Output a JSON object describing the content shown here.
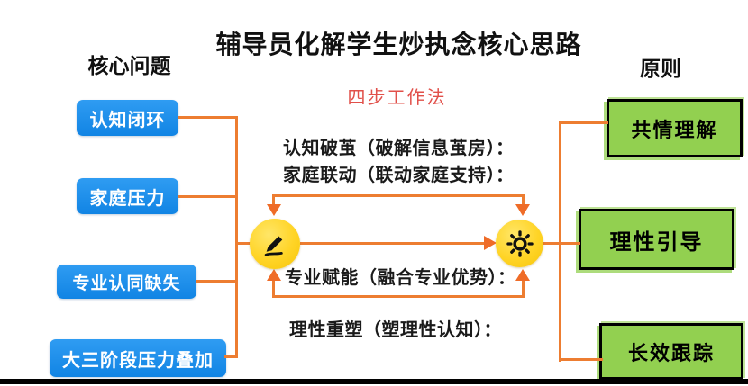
{
  "title": "辅导员化解学生炒执念核心思路",
  "subtitle": "四步工作法",
  "left_column": {
    "header": "核心问题",
    "items": [
      "认知闭环",
      "家庭压力",
      "专业认同缺失",
      "大三阶段压力叠加"
    ]
  },
  "right_column": {
    "header": "原则",
    "items": [
      "共情理解",
      "理性引导",
      "长效跟踪"
    ]
  },
  "steps": [
    "认知破茧（破解信息茧房）：",
    "家庭联动（联动家庭支持）：",
    "专业赋能（融合专业优势）：",
    "理性重塑（塑理性认知）："
  ],
  "icons": {
    "left_node": "pencil-icon",
    "right_node": "sun-icon"
  },
  "colors": {
    "problem_box_blue": "#1E8FE9",
    "principle_box_green": "#92D050",
    "connector_orange": "#ED7D31",
    "node_yellow": "#FFD426",
    "subtitle_red": "#E1504A",
    "text_black": "#161616"
  }
}
